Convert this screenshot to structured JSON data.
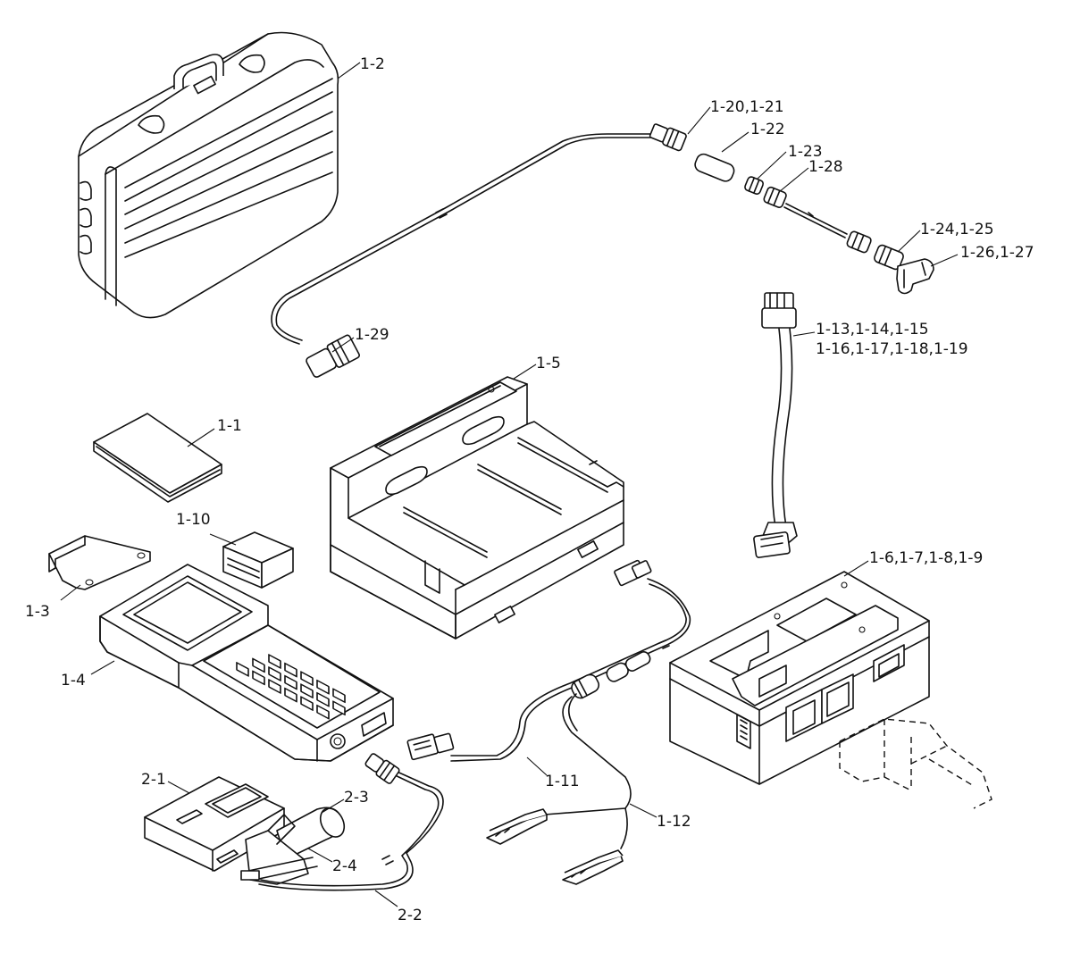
{
  "callouts": {
    "c1_2": "1-2",
    "c1_20": "1-20,1-21",
    "c1_22": "1-22",
    "c1_23": "1-23",
    "c1_28": "1-28",
    "c1_24": "1-24,1-25",
    "c1_26": "1-26,1-27",
    "c1_13": "1-13,1-14,1-15",
    "c1_16": "1-16,1-17,1-18,1-19",
    "c1_29": "1-29",
    "c1_5": "1-5",
    "c1_1": "1-1",
    "c1_10": "1-10",
    "c1_3": "1-3",
    "c1_4": "1-4",
    "c1_6": "1-6,1-7,1-8,1-9",
    "c1_11": "1-11",
    "c1_12": "1-12",
    "c2_1": "2-1",
    "c2_3": "2-3",
    "c2_4": "2-4",
    "c2_2": "2-2"
  }
}
